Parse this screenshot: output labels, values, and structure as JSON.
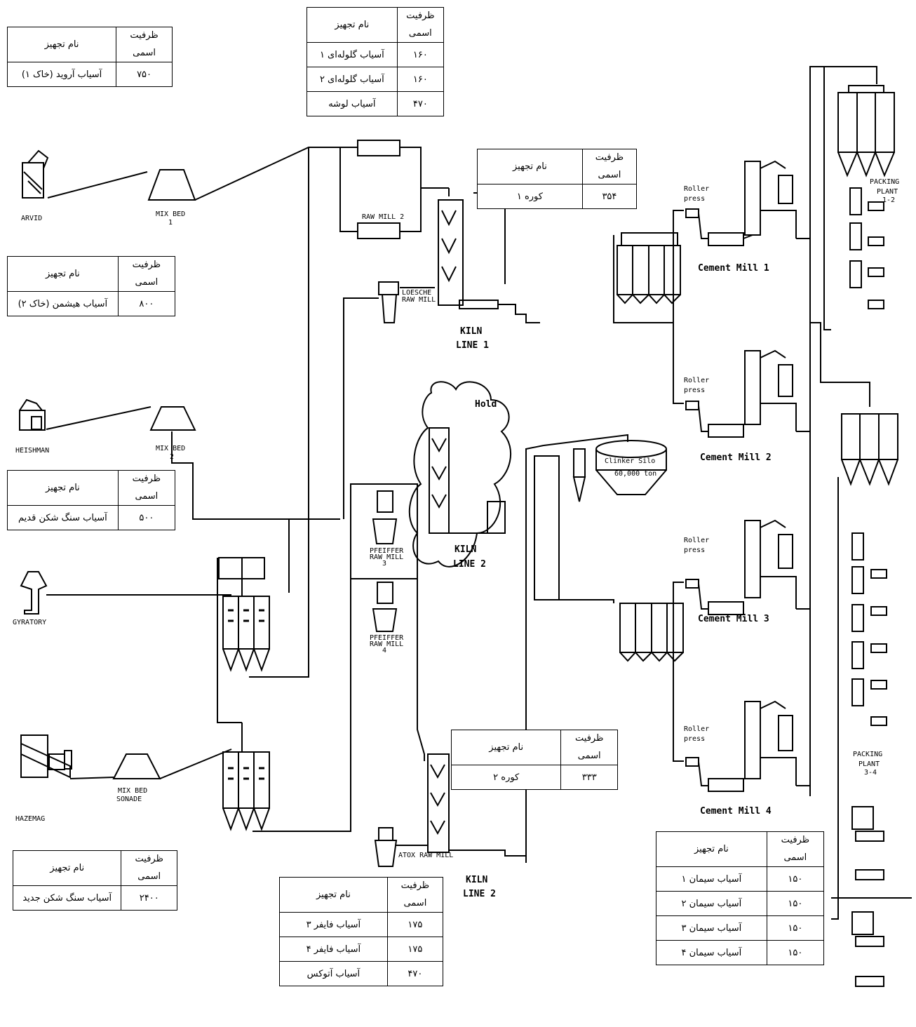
{
  "headers": {
    "equipment": "نام تجهیز",
    "capacity_line1": "ظرفیت",
    "capacity_line2": "اسمی"
  },
  "tables": {
    "t_arvid": {
      "rows": [
        {
          "name": "آسیاب آروید (خاک ۱)",
          "value": "۷۵۰"
        }
      ]
    },
    "t_raw_mills": {
      "rows": [
        {
          "name": "آسیاب گلوله‌ای ۱",
          "value": "۱۶۰"
        },
        {
          "name": "آسیاب گلوله‌ای ۲",
          "value": "۱۶۰"
        },
        {
          "name": "آسیاب لوشه",
          "value": "۴۷۰"
        }
      ]
    },
    "t_heishman": {
      "rows": [
        {
          "name": "آسیاب هیشمن (خاک ۲)",
          "value": "۸۰۰"
        }
      ]
    },
    "t_old_crusher": {
      "rows": [
        {
          "name": "آسیاب سنگ شکن قدیم",
          "value": "۵۰۰"
        }
      ]
    },
    "t_new_crusher": {
      "rows": [
        {
          "name": "آسیاب سنگ شکن جدید",
          "value": "۲۴۰۰"
        }
      ]
    },
    "t_kiln1": {
      "rows": [
        {
          "name": "کوره ۱",
          "value": "۳۵۴"
        }
      ]
    },
    "t_kiln2": {
      "rows": [
        {
          "name": "کوره ۲",
          "value": "۳۳۳"
        }
      ]
    },
    "t_fuller": {
      "rows": [
        {
          "name": "آسیاب فایفر ۳",
          "value": "۱۷۵"
        },
        {
          "name": "آسیاب فایفر ۴",
          "value": "۱۷۵"
        },
        {
          "name": "آسیاب آتوکس",
          "value": "۴۷۰"
        }
      ]
    },
    "t_cement": {
      "rows": [
        {
          "name": "آسیاب سیمان ۱",
          "value": "۱۵۰"
        },
        {
          "name": "آسیاب سیمان ۲",
          "value": "۱۵۰"
        },
        {
          "name": "آسیاب سیمان ۳",
          "value": "۱۵۰"
        },
        {
          "name": "آسیاب سیمان ۴",
          "value": "۱۵۰"
        }
      ]
    }
  },
  "labels": {
    "arvid": "ARVID",
    "mix_bed_1": "MIX BED",
    "mix_bed_1_num": "1",
    "heishman": "HEISHMAN",
    "mix_bed_2": "MIX BED",
    "mix_bed_2_num": "2",
    "gyratory": "GYRATORY",
    "hazemag": "HAZEMAG",
    "mix_bed_sonade_1": "MIX BED",
    "mix_bed_sonade_2": "SONADE",
    "raw_mill_top": "RAW MILL 2",
    "loesche_1": "LOESCHE",
    "loesche_2": "RAW MILL",
    "kiln_line1_a": "KILN",
    "kiln_line1_b": "LINE 1",
    "kiln_line2_hold_a": "KILN",
    "kiln_line2_hold_b": "LINE 2",
    "hold": "Hold",
    "kiln_line2_a": "KILN",
    "kiln_line2_b": "LINE 2",
    "pfeiffer_a_1": "PFEIFFER",
    "pfeiffer_a_2": "RAW MILL",
    "pfeiffer_a_3": "3",
    "pfeiffer_b_1": "PFEIFFER",
    "pfeiffer_b_2": "RAW MILL",
    "pfeiffer_b_3": "4",
    "atox": "ATOX RAW MILL",
    "clinker_silo": "Clinker Silo",
    "clinker_silo_cap": "60,000 ton",
    "roller_press_a": "Roller",
    "roller_press_b": "press",
    "cement_mill_1": "Cement Mill 1",
    "cement_mill_2": "Cement Mill 2",
    "cement_mill_3": "Cement Mill 3",
    "cement_mill_4": "Cement Mill 4",
    "packing_1a": "PACKING",
    "packing_1b": "PLANT",
    "packing_1c": "1-2",
    "packing_2a": "PACKING",
    "packing_2b": "PLANT",
    "packing_2c": "3-4"
  }
}
